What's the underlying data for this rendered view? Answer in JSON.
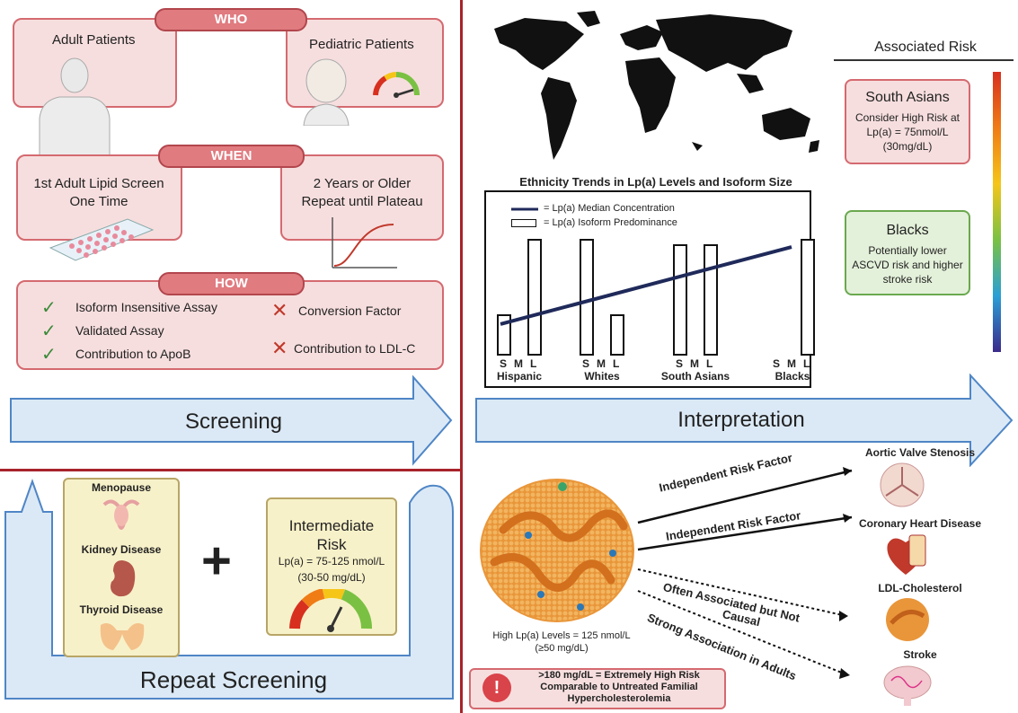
{
  "screening": {
    "who": {
      "header": "WHO",
      "adult": "Adult Patients",
      "pediatric": "Pediatric Patients"
    },
    "when": {
      "header": "WHEN",
      "adult_line1": "1st Adult Lipid Screen",
      "adult_line2": "One Time",
      "pediatric_line1": "2 Years or Older",
      "pediatric_line2": "Repeat until Plateau"
    },
    "how": {
      "header": "HOW",
      "yes_items": [
        "Isoform Insensitive Assay",
        "Validated Assay",
        "Contribution to ApoB"
      ],
      "no_items": [
        "Conversion Factor",
        "Contribution to LDL-C"
      ]
    },
    "arrow_label": "Screening"
  },
  "repeat": {
    "conditions": [
      "Menopause",
      "Kidney Disease",
      "Thyroid Disease"
    ],
    "plus": "+",
    "intermediate_title_1": "Intermediate",
    "intermediate_title_2": "Risk",
    "intermediate_range": "Lp(a) = 75-125 nmol/L",
    "intermediate_mg": "(30-50 mg/dL)",
    "label": "Repeat Screening"
  },
  "ethnicity": {
    "associated_risk": "Associated Risk",
    "south_asians": {
      "title": "South Asians",
      "line1": "Consider High Risk at",
      "line2": "Lp(a) = 75nmol/L",
      "line3": "(30mg/dL)"
    },
    "blacks": {
      "title": "Blacks",
      "line1": "Potentially lower",
      "line2": "ASCVD risk and higher",
      "line3": "stroke risk"
    },
    "risk_gradient": [
      "#d7301f",
      "#f07c16",
      "#f5c518",
      "#7ac143",
      "#2a9fd6",
      "#3b2a8c"
    ]
  },
  "chart_data": {
    "type": "bar",
    "title": "Ethnicity Trends in Lp(a) Levels and Isoform Size",
    "legend": {
      "line": "= Lp(a) Median Concentration",
      "bar": "= Lp(a) Isoform Predominance",
      "placement": "top-left"
    },
    "groups": [
      "Hispanic",
      "Whites",
      "South Asians",
      "Blacks"
    ],
    "isoform_labels": [
      "S",
      "M",
      "L"
    ],
    "bars": [
      {
        "group": "Hispanic",
        "S": 0.35,
        "M": 0,
        "L": 1.0
      },
      {
        "group": "Whites",
        "S": 1.0,
        "M": 0,
        "L": 0.35
      },
      {
        "group": "South Asians",
        "S": 0.95,
        "M": 0,
        "L": 0.95
      },
      {
        "group": "Blacks",
        "S": 0,
        "M": 0,
        "L": 1.0
      }
    ],
    "median_line": {
      "start": 0.27,
      "end": 0.93
    },
    "colors": {
      "line": "#1f2a5a",
      "bar_fill": "#ffffff",
      "bar_stroke": "#111111"
    }
  },
  "interpretation": {
    "arrow_label": "Interpretation",
    "outcomes": [
      "Aortic Valve Stenosis",
      "Coronary Heart Disease",
      "LDL-Cholesterol",
      "Stroke"
    ],
    "links": [
      "Independent Risk Factor",
      "Independent Risk Factor",
      "Often Associated but Not",
      "Causal",
      "Strong Association in Adults"
    ],
    "particle_label_1": "High Lp(a) Levels = 125 nmol/L",
    "particle_label_2": "(≥50 mg/dL)",
    "warning_icon": "!",
    "warning_line1": ">180 mg/dL = Extremely High Risk",
    "warning_line2": "Comparable  to Untreated Familial",
    "warning_line3": "Hypercholesterolemia"
  },
  "colors": {
    "section_divider": "#a8232a",
    "pink_fill": "#f7dede",
    "pink_stroke": "#d46a70",
    "arrow_fill": "#dbe9f6",
    "arrow_stroke": "#4f86c6",
    "check": "#3a8a3a",
    "cross": "#c0392b"
  }
}
